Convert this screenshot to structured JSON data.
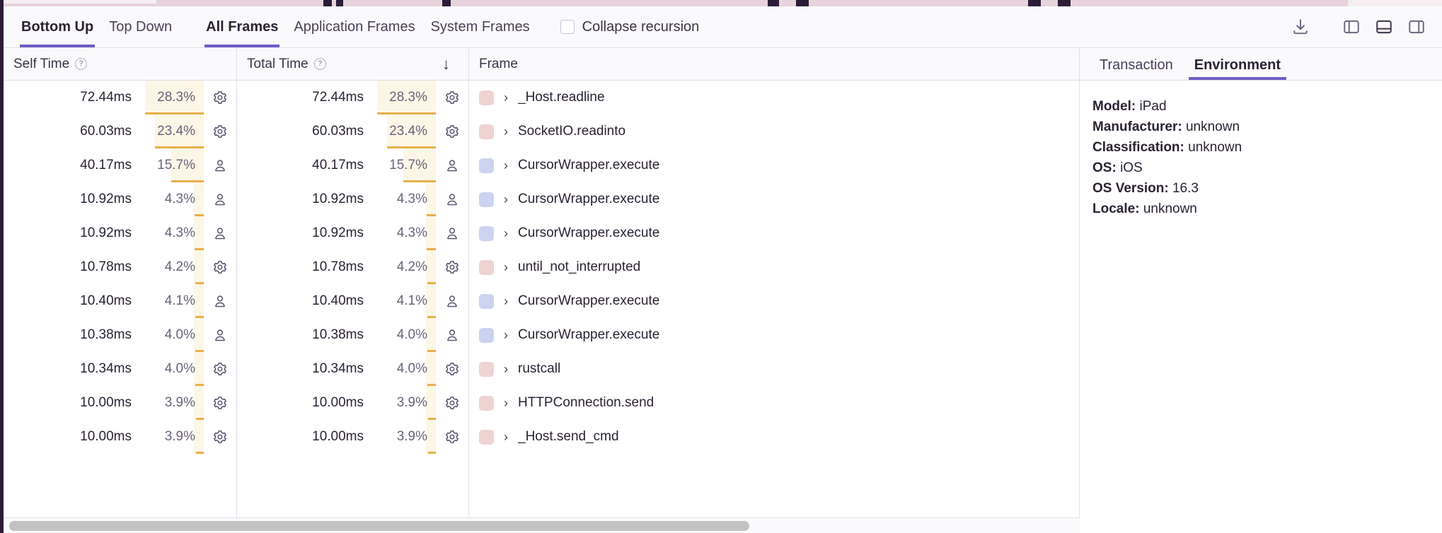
{
  "toolbar": {
    "view_tabs": [
      {
        "label": "Bottom Up",
        "active": true
      },
      {
        "label": "Top Down",
        "active": false
      }
    ],
    "frame_tabs": [
      {
        "label": "All Frames",
        "active": true
      },
      {
        "label": "Application Frames",
        "active": false
      },
      {
        "label": "System Frames",
        "active": false
      }
    ],
    "collapse_recursion_label": "Collapse recursion",
    "collapse_recursion_checked": false,
    "icons": [
      {
        "name": "download-icon"
      },
      {
        "name": "panel-left-icon"
      },
      {
        "name": "panel-bottom-icon"
      },
      {
        "name": "panel-right-icon"
      }
    ],
    "accent_color": "#6C5FC7"
  },
  "table": {
    "columns": [
      {
        "key": "self_time",
        "label": "Self Time",
        "has_help": true,
        "sorted": false
      },
      {
        "key": "total_time",
        "label": "Total Time",
        "has_help": true,
        "sorted": true,
        "sort_direction": "desc"
      },
      {
        "key": "frame",
        "label": "Frame",
        "has_help": false,
        "sorted": false
      }
    ],
    "sort_arrow_glyph": "↓",
    "help_glyph": "?",
    "chevron_glyph": "›",
    "highlight_bg": "#FCF6E6",
    "highlight_bar": "#E8AF4A",
    "system_swatch": "#EFD3D3",
    "application_swatch": "#CBD3F0",
    "rows": [
      {
        "self_time": "72.44ms",
        "self_pct": "28.3%",
        "self_pct_value": 28.3,
        "total_time": "72.44ms",
        "total_pct": "28.3%",
        "total_pct_value": 28.3,
        "kind_icon": "gear-icon",
        "swatch": "system",
        "frame": "_Host.readline"
      },
      {
        "self_time": "60.03ms",
        "self_pct": "23.4%",
        "self_pct_value": 23.4,
        "total_time": "60.03ms",
        "total_pct": "23.4%",
        "total_pct_value": 23.4,
        "kind_icon": "gear-icon",
        "swatch": "system",
        "frame": "SocketIO.readinto"
      },
      {
        "self_time": "40.17ms",
        "self_pct": "15.7%",
        "self_pct_value": 15.7,
        "total_time": "40.17ms",
        "total_pct": "15.7%",
        "total_pct_value": 15.7,
        "kind_icon": "person-icon",
        "swatch": "application",
        "frame": "CursorWrapper.execute"
      },
      {
        "self_time": "10.92ms",
        "self_pct": "4.3%",
        "self_pct_value": 4.3,
        "total_time": "10.92ms",
        "total_pct": "4.3%",
        "total_pct_value": 4.3,
        "kind_icon": "person-icon",
        "swatch": "application",
        "frame": "CursorWrapper.execute"
      },
      {
        "self_time": "10.92ms",
        "self_pct": "4.3%",
        "self_pct_value": 4.3,
        "total_time": "10.92ms",
        "total_pct": "4.3%",
        "total_pct_value": 4.3,
        "kind_icon": "person-icon",
        "swatch": "application",
        "frame": "CursorWrapper.execute"
      },
      {
        "self_time": "10.78ms",
        "self_pct": "4.2%",
        "self_pct_value": 4.2,
        "total_time": "10.78ms",
        "total_pct": "4.2%",
        "total_pct_value": 4.2,
        "kind_icon": "gear-icon",
        "swatch": "system",
        "frame": "until_not_interrupted"
      },
      {
        "self_time": "10.40ms",
        "self_pct": "4.1%",
        "self_pct_value": 4.1,
        "total_time": "10.40ms",
        "total_pct": "4.1%",
        "total_pct_value": 4.1,
        "kind_icon": "person-icon",
        "swatch": "application",
        "frame": "CursorWrapper.execute"
      },
      {
        "self_time": "10.38ms",
        "self_pct": "4.0%",
        "self_pct_value": 4.0,
        "total_time": "10.38ms",
        "total_pct": "4.0%",
        "total_pct_value": 4.0,
        "kind_icon": "person-icon",
        "swatch": "application",
        "frame": "CursorWrapper.execute"
      },
      {
        "self_time": "10.34ms",
        "self_pct": "4.0%",
        "self_pct_value": 4.0,
        "total_time": "10.34ms",
        "total_pct": "4.0%",
        "total_pct_value": 4.0,
        "kind_icon": "gear-icon",
        "swatch": "system",
        "frame": "rustcall"
      },
      {
        "self_time": "10.00ms",
        "self_pct": "3.9%",
        "self_pct_value": 3.9,
        "total_time": "10.00ms",
        "total_pct": "3.9%",
        "total_pct_value": 3.9,
        "kind_icon": "gear-icon",
        "swatch": "system",
        "frame": "HTTPConnection.send"
      },
      {
        "self_time": "10.00ms",
        "self_pct": "3.9%",
        "self_pct_value": 3.9,
        "total_time": "10.00ms",
        "total_pct": "3.9%",
        "total_pct_value": 3.9,
        "kind_icon": "gear-icon",
        "swatch": "system",
        "frame": "_Host.send_cmd"
      }
    ]
  },
  "detail": {
    "tabs": [
      {
        "label": "Transaction",
        "active": false
      },
      {
        "label": "Environment",
        "active": true
      }
    ],
    "environment": [
      {
        "key": "Model:",
        "value": "iPad"
      },
      {
        "key": "Manufacturer:",
        "value": "unknown"
      },
      {
        "key": "Classification:",
        "value": "unknown"
      },
      {
        "key": "OS:",
        "value": "iOS"
      },
      {
        "key": "OS Version:",
        "value": "16.3"
      },
      {
        "key": "Locale:",
        "value": "unknown"
      }
    ]
  }
}
